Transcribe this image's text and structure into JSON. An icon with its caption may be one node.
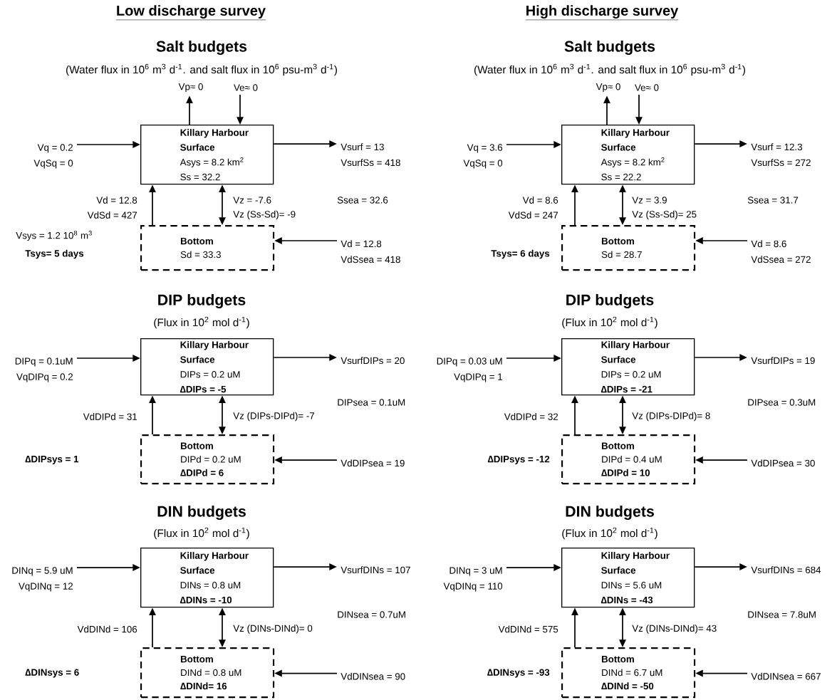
{
  "diagram": {
    "nodes": [
      {
        "text": [
          "Vp≈ 0"
        ]
      },
      {
        "text": [
          "Ve≈ 0"
        ]
      },
      {
        "text": [
          "Vq = 0.2",
          "VqSq = 0"
        ]
      },
      {
        "text": [
          "Killary Harbour",
          "Surface",
          "Asys = 8.2 km$^{2}$",
          "Ss = 32.2"
        ]
      },
      {
        "text": [
          "Vsurf = 13",
          "VsurfSs = 418"
        ]
      },
      {
        "text": [
          "Bottom",
          "Sd = 33.3"
        ]
      },
      {
        "text": [
          "Vd = 12.8",
          "VdSsea = 418"
        ]
      },
      {
        "text": [
          "Vp≈ 0"
        ]
      },
      {
        "text": [
          "Ve≈ 0"
        ]
      },
      {
        "text": [
          "Vq = 3.6",
          "VqSq = 0"
        ]
      },
      {
        "text": [
          "Killary Harbour",
          "Surface",
          "Asys = 8.2 km$^{2}$",
          "Ss = 22.2"
        ]
      },
      {
        "text": [
          "Vsurf = 12.3",
          "VsurfSs = 272"
        ]
      },
      {
        "text": [
          "Bottom",
          "Sd = 28.7"
        ]
      },
      {
        "text": [
          "Vd = 8.6",
          "VdSsea = 272"
        ]
      },
      {
        "text": [
          "DIPq = 0.1uM",
          "VqDIPq = 0.2"
        ]
      },
      {
        "text": [
          "Killary Harbour",
          "Surface",
          "DIPs = 0.2 uM",
          "∆DIPs = -5"
        ]
      },
      {
        "text": [
          "VsurfDIPs = 20"
        ]
      },
      {
        "text": [
          "Bottom",
          "DIPd = 0.2 uM",
          "∆DIPd = 6"
        ]
      },
      {
        "text": [
          "VdDIPsea = 19"
        ]
      },
      {
        "text": [
          "DIPq = 0.03 uM",
          "VqDIPq = 1"
        ]
      },
      {
        "text": [
          "Killary Harbour",
          "Surface",
          "DIPs = 0.2 uM",
          "∆DIPs = -21"
        ]
      },
      {
        "text": [
          "VsurfDIPs = 19"
        ]
      },
      {
        "text": [
          "Bottom",
          "DIPd = 0.4 uM",
          "∆DIPd = 10"
        ]
      },
      {
        "text": [
          "VdDIPsea = 30"
        ]
      },
      {
        "text": [
          "DINq = 5.9 uM",
          "VqDINq = 12"
        ]
      },
      {
        "text": [
          "Killary Harbour",
          "Surface",
          "DINs = 0.8 uM",
          "∆DINs = -10"
        ]
      },
      {
        "text": [
          "VsurfDINs = 107"
        ]
      },
      {
        "text": [
          "Bottom",
          "DINd = 0.8 uM",
          "∆DINd= 16"
        ]
      },
      {
        "text": [
          "VdDINsea = 90"
        ]
      },
      {
        "text": [
          "DINq = 3 uM",
          "VqDINq = 110"
        ]
      },
      {
        "text": [
          "Killary Harbour",
          "Surface",
          "DINs = 5.6 uM",
          "∆DINs = -43"
        ]
      },
      {
        "text": [
          "VsurfDINs = 684"
        ]
      },
      {
        "text": [
          "Bottom",
          "DINd = 6.7 uM",
          "∆DINd = -50"
        ]
      },
      {
        "text": [
          "VdDINsea = 667"
        ]
      }
    ],
    "edges": [
      {
        "from": 3,
        "to": 0,
        "arrow": "to"
      },
      {
        "from": 1,
        "to": 3,
        "arrow": "to"
      },
      {
        "from": 2,
        "to": 3,
        "arrow": "to"
      },
      {
        "from": 3,
        "to": 4,
        "arrow": "to"
      },
      {
        "from": 6,
        "to": 5,
        "arrow": "to"
      },
      {
        "from": 5,
        "to": 3,
        "arrow": "to"
      },
      {
        "from": 3,
        "to": 5,
        "arrow": "both"
      },
      {
        "from": 10,
        "to": 7,
        "arrow": "to"
      },
      {
        "from": 8,
        "to": 10,
        "arrow": "to"
      },
      {
        "from": 9,
        "to": 10,
        "arrow": "to"
      },
      {
        "from": 10,
        "to": 11,
        "arrow": "to"
      },
      {
        "from": 13,
        "to": 12,
        "arrow": "to"
      },
      {
        "from": 12,
        "to": 10,
        "arrow": "to"
      },
      {
        "from": 10,
        "to": 12,
        "arrow": "both"
      },
      {
        "from": 14,
        "to": 15,
        "arrow": "to"
      },
      {
        "from": 15,
        "to": 16,
        "arrow": "to"
      },
      {
        "from": 18,
        "to": 17,
        "arrow": "to"
      },
      {
        "from": 17,
        "to": 15,
        "arrow": "to"
      },
      {
        "from": 15,
        "to": 17,
        "arrow": "both"
      },
      {
        "from": 19,
        "to": 20,
        "arrow": "to"
      },
      {
        "from": 20,
        "to": 21,
        "arrow": "to"
      },
      {
        "from": 23,
        "to": 22,
        "arrow": "to"
      },
      {
        "from": 22,
        "to": 20,
        "arrow": "to"
      },
      {
        "from": 20,
        "to": 22,
        "arrow": "both"
      },
      {
        "from": 24,
        "to": 25,
        "arrow": "to"
      },
      {
        "from": 25,
        "to": 26,
        "arrow": "to"
      },
      {
        "from": 28,
        "to": 27,
        "arrow": "to"
      },
      {
        "from": 27,
        "to": 25,
        "arrow": "to"
      },
      {
        "from": 25,
        "to": 27,
        "arrow": "both"
      },
      {
        "from": 29,
        "to": 30,
        "arrow": "to"
      },
      {
        "from": 30,
        "to": 31,
        "arrow": "to"
      },
      {
        "from": 33,
        "to": 32,
        "arrow": "to"
      },
      {
        "from": 32,
        "to": 30,
        "arrow": "to"
      },
      {
        "from": 30,
        "to": 32,
        "arrow": "both"
      }
    ],
    "labels": [
      "Low discharge survey",
      "High discharge survey",
      "Salt budgets",
      "(Water flux in 10$^{6}$ m$^{3}$ d$^{-1}$. and salt flux in 10$^{6}$ psu-m$^{3}$ d$^{-1}$)",
      "Vd = 12.8",
      "VdSd = 427",
      "Vz = -7.6",
      "Vz (Ss-Sd)= -9",
      "Ssea = 32.6",
      "Vsys = 1.2 10$^{8}$ m$^{3}$",
      "Tsys= 5 days",
      "Salt budgets",
      "(Water flux in 10$^{6}$ m$^{3}$ d$^{-1}$. and salt flux in 10$^{6}$ psu-m$^{3}$ d$^{-1}$)",
      "Vd = 8.6",
      "VdSd = 247",
      "Vz = 3.9",
      "Vz (Ss-Sd)= 25",
      "Ssea = 31.7",
      "Tsys= 6 days",
      "DIP budgets",
      "(Flux in 10$^{2}$ mol d$^{-1}$)",
      "VdDIPd = 31",
      "Vz (DIPs-DIPd)= -7",
      "DIPsea = 0.1uM",
      "∆DIPsys = 1",
      "DIP budgets",
      "(Flux in 10$^{2}$ mol d$^{-1}$)",
      "VdDIPd = 32",
      "Vz (DIPs-DIPd)= 8",
      "DIPsea = 0.3uM",
      "∆DIPsys = -12",
      "DIN budgets",
      "(Flux in 10$^{2}$ mol d$^{-1}$)",
      "VdDINd = 106",
      "Vz (DINs-DINd)= 0",
      "DINsea = 0.7uM",
      "∆DINsys = 6",
      "DIN budgets",
      "(Flux in 10$^{2}$ mol d$^{-1}$)",
      "VdDINd = 575",
      "Vz (DINs-DINd)= 43",
      "DINsea = 7.8uM",
      "∆DINsys = -93"
    ]
  }
}
